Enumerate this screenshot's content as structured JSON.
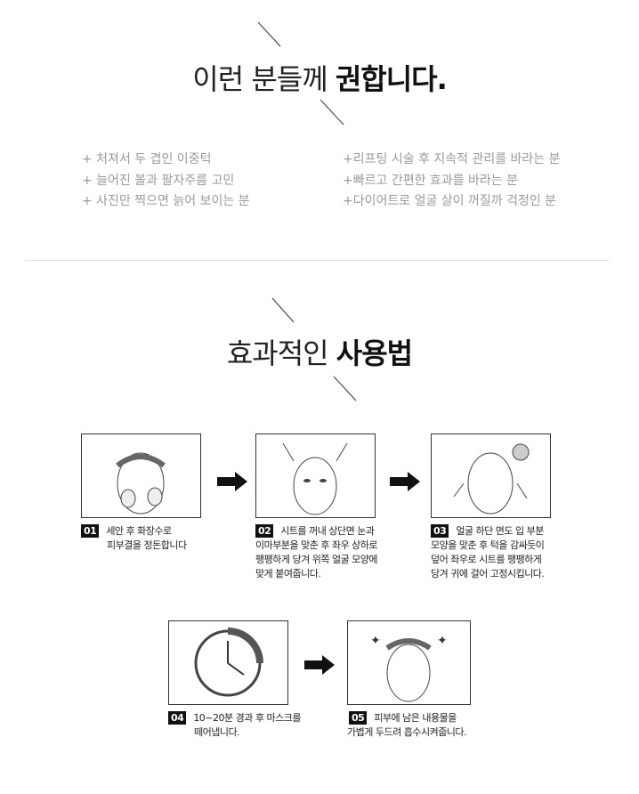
{
  "section1": {
    "title_light": "이런 분들께 ",
    "title_bold": "권합니다.",
    "left_items": [
      "+ 처져서 두 겹인 이중턱",
      "+ 늘어진 볼과 팔자주름 고민",
      "+ 사진만 찍으면 늙어 보이는 분"
    ],
    "right_items": [
      "+리프팅 시술 후 지속적 관리를 바라는 분",
      "+빠르고 간편한 효과를 바라는 분",
      "+다이어트로 얼굴 살이 꺼질까 걱정인 분"
    ]
  },
  "section2": {
    "title_light": "효과적인 ",
    "title_bold": "사용법",
    "steps": [
      {
        "num": "01",
        "line1": "세안 후 화장수로",
        "rest": [
          "피부결을 정돈합니다"
        ]
      },
      {
        "num": "02",
        "line1": "시트를 꺼내 상단면 눈과",
        "rest": [
          "이마부분을 맞춘 후 좌우 상하로",
          "팽팽하게 당겨 위쪽 얼굴 모양에",
          "맞게 붙여줍니다."
        ]
      },
      {
        "num": "03",
        "line1": "얼굴 하단 면도 입 부분",
        "rest": [
          "모양을 맞춘 후 턱을 감싸듯이",
          "덮어 좌우로 시트를 팽팽하게",
          "당겨 귀에 걸어 고정시킵니다."
        ]
      },
      {
        "num": "04",
        "line1": "10~20분 경과 후 마스크를",
        "rest": [
          "떼어냅니다."
        ]
      },
      {
        "num": "05",
        "line1": "피부에 남은 내용물을",
        "rest": [
          "가볍게 두드려 흡수시켜줍니다."
        ]
      }
    ]
  }
}
